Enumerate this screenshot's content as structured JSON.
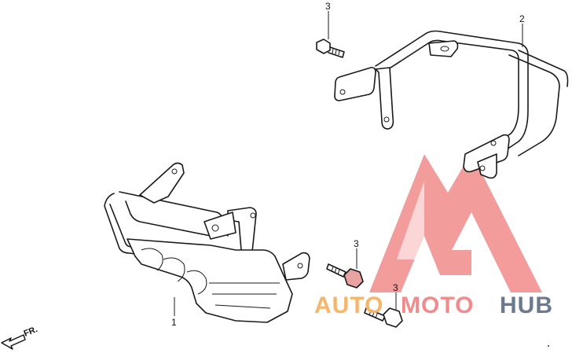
{
  "diagram": {
    "callouts": [
      {
        "id": "bolt-top",
        "label": "3"
      },
      {
        "id": "rear-carrier",
        "label": "2"
      },
      {
        "id": "front-guard",
        "label": "1"
      },
      {
        "id": "bolt-middle",
        "label": "3"
      },
      {
        "id": "bolt-bottom",
        "label": "3"
      }
    ],
    "direction_label": "FR.",
    "watermark": {
      "brand_part1": "AUTO",
      "brand_part2": "MOTO",
      "brand_part3": "HUB",
      "colors": {
        "logo": "#f28b8b",
        "auto": "#f7b56b",
        "moto": "#f28b8b",
        "hub": "#6c7a90"
      }
    }
  }
}
